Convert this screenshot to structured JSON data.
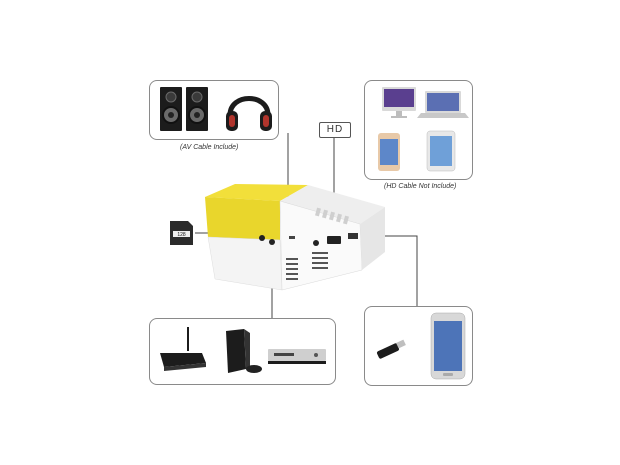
{
  "captions": {
    "av_cable": "(AV Cable Include)",
    "hd_cable": "(HD Cable Not Include)",
    "hd_label": "HD"
  },
  "sd_card": {
    "label": "128"
  },
  "colors": {
    "projector_yellow": "#f2df3a",
    "projector_white": "#f4f4f4",
    "frame_border": "#8a8a8a",
    "connector_line": "#444444"
  },
  "icons": {
    "audio_devices": [
      "speaker-icon",
      "speaker-icon",
      "headphones-icon"
    ],
    "hd_devices": [
      "imac-icon",
      "laptop-icon",
      "iphone-icon",
      "ipad-icon"
    ],
    "av_devices": [
      "tv-box-icon",
      "game-console-icon",
      "dvd-player-icon"
    ],
    "usb_devices": [
      "usb-flash-drive-icon",
      "smartphone-icon"
    ],
    "main": "mini-projector-icon"
  }
}
